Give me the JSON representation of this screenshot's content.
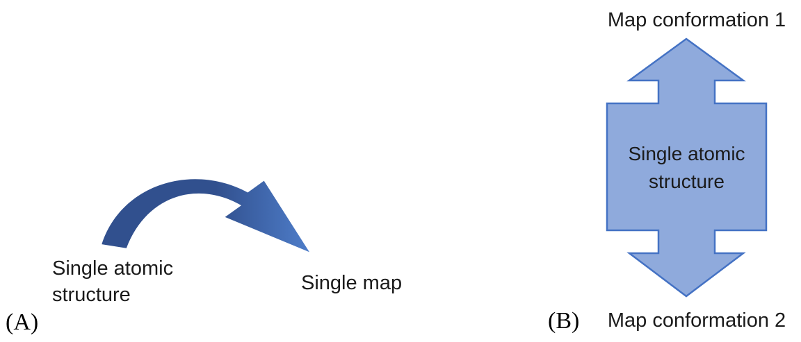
{
  "panel_a": {
    "label": "(A)",
    "source_line1": "Single atomic",
    "source_line2": "structure",
    "target_label": "Single map"
  },
  "panel_b": {
    "label": "(B)",
    "top_label": "Map conformation 1",
    "center_line1": "Single atomic",
    "center_line2": "structure",
    "bottom_label": "Map conformation 2"
  },
  "colors": {
    "arrow_gradient_start": "#31508e",
    "arrow_gradient_end": "#4e7dc9",
    "shape_fill": "#8faadc",
    "shape_border": "#4472c4",
    "text": "#1b1b1b"
  }
}
